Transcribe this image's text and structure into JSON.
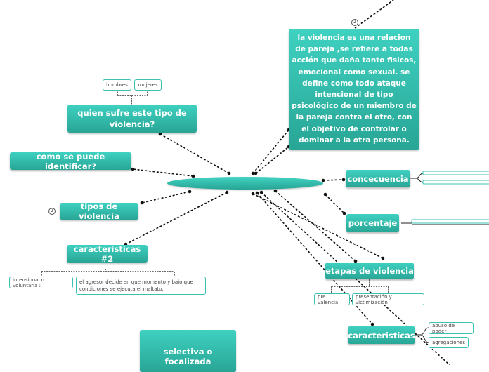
{
  "central": {
    "label": ""
  },
  "main_definition": "la violencia es una relacion de pareja ,se refiere a todas acción que daña tanto fisicos, emocional como sexual. se define como todo ataque intencional de tipo psicológico de un miembro de la pareja contra el otro, con el objetivo de controlar o dominar a la otra persona.",
  "badges": {
    "definition": "2",
    "tipos": "2"
  },
  "quien": {
    "label": "quien sufre  este tipo de violencia?",
    "children": [
      "hombres",
      "mujeres"
    ]
  },
  "identificar": {
    "label": "como se puede identificar?"
  },
  "tipos": {
    "label": "tipos de violencia"
  },
  "caracteristicas2": {
    "label": "caracteristicas #2",
    "children": [
      "intensional o voluntaria :",
      "el agresor decide en que  momento y bajo que condiciones se ejecuta el maltato."
    ]
  },
  "selectiva": {
    "label": "selectiva o focalizada"
  },
  "concecuencia": {
    "label": "concecuencia"
  },
  "porcentaje": {
    "label": "porcentaje"
  },
  "etapas": {
    "label": "etapas de violencia",
    "children": [
      "pre valencia",
      "presentación y victimización"
    ]
  },
  "caracteristicas": {
    "label": "caracteristicas",
    "children": [
      "abuso de poder",
      "agregaciones"
    ]
  }
}
